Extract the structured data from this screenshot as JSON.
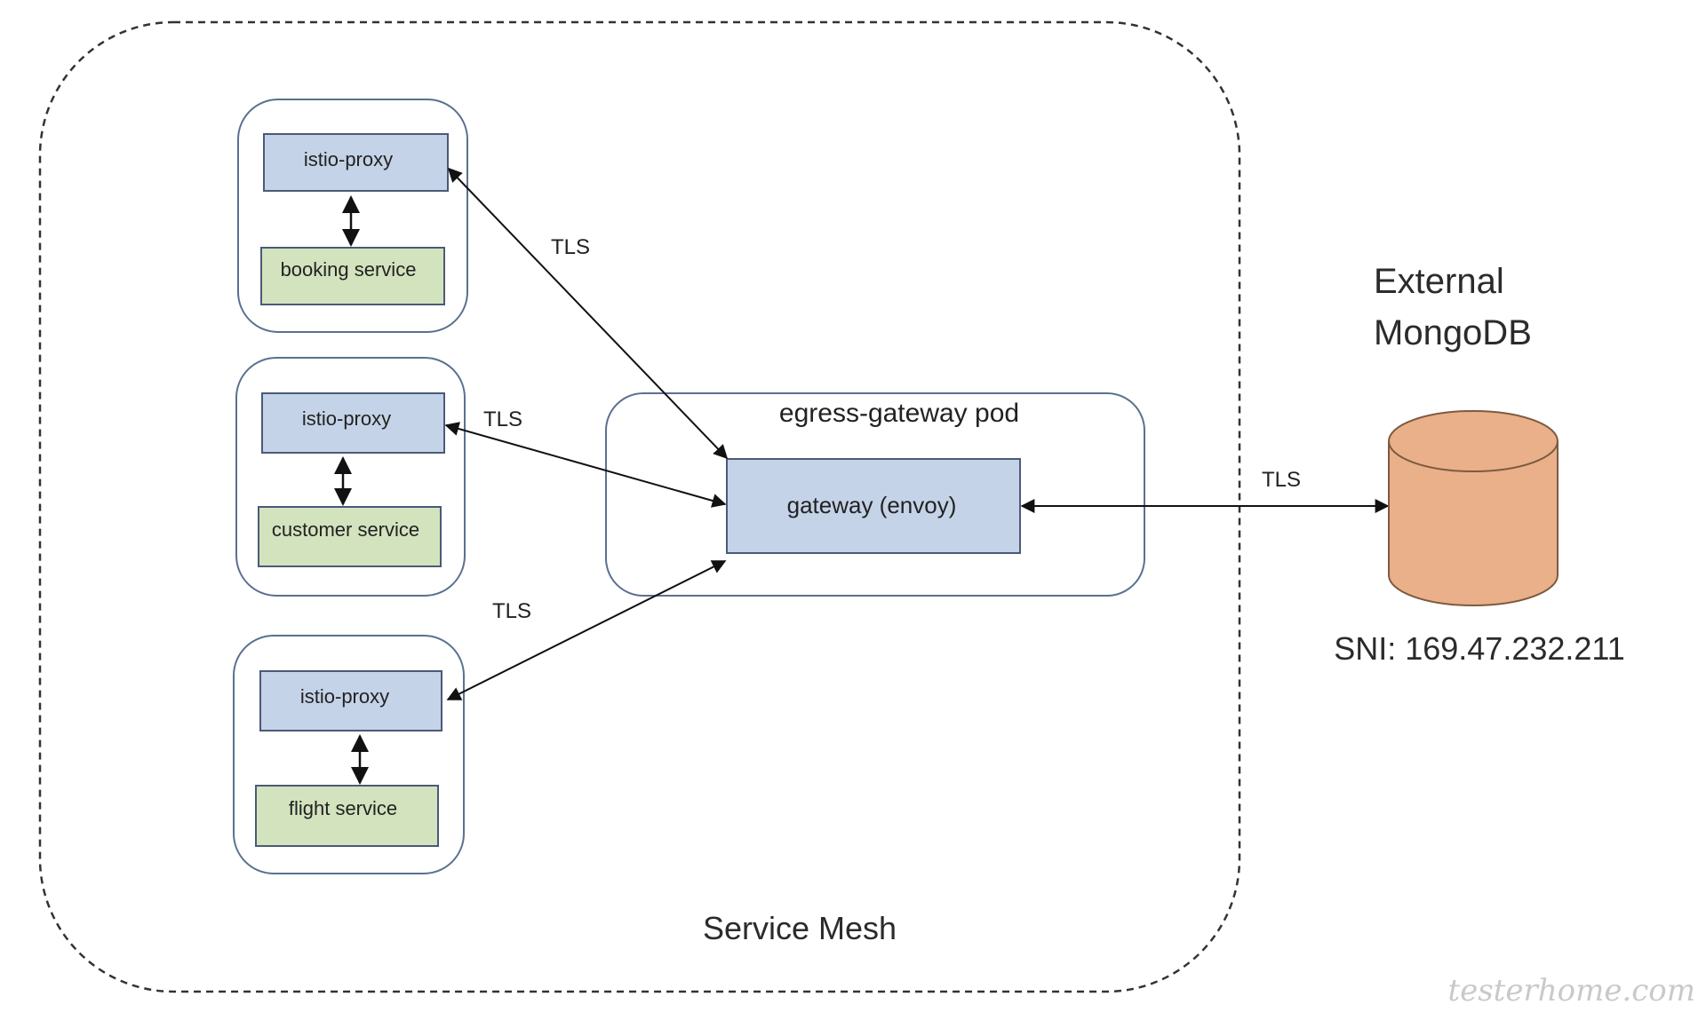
{
  "mesh": {
    "label": "Service Mesh"
  },
  "services": [
    {
      "proxy_label": "istio-proxy",
      "service_label": "booking service"
    },
    {
      "proxy_label": "istio-proxy",
      "service_label": "customer service"
    },
    {
      "proxy_label": "istio-proxy",
      "service_label": "flight service"
    }
  ],
  "egress": {
    "pod_label": "egress-gateway pod",
    "gateway_label": "gateway (envoy)"
  },
  "links": {
    "booking_tls": "TLS",
    "customer_tls": "TLS",
    "flight_tls": "TLS",
    "external_tls": "TLS"
  },
  "external": {
    "title_line1": "External",
    "title_line2": "MongoDB",
    "sni": "SNI: 169.47.232.211"
  },
  "watermark": "testerhome.com",
  "colors": {
    "proxy_fill": "#c5d3e8",
    "proxy_stroke": "#4a5a78",
    "service_fill": "#d3e3be",
    "service_stroke": "#4a5a78",
    "pod_stroke": "#5a7090",
    "db_fill": "#e9b08a",
    "db_stroke": "#7d5a40"
  }
}
